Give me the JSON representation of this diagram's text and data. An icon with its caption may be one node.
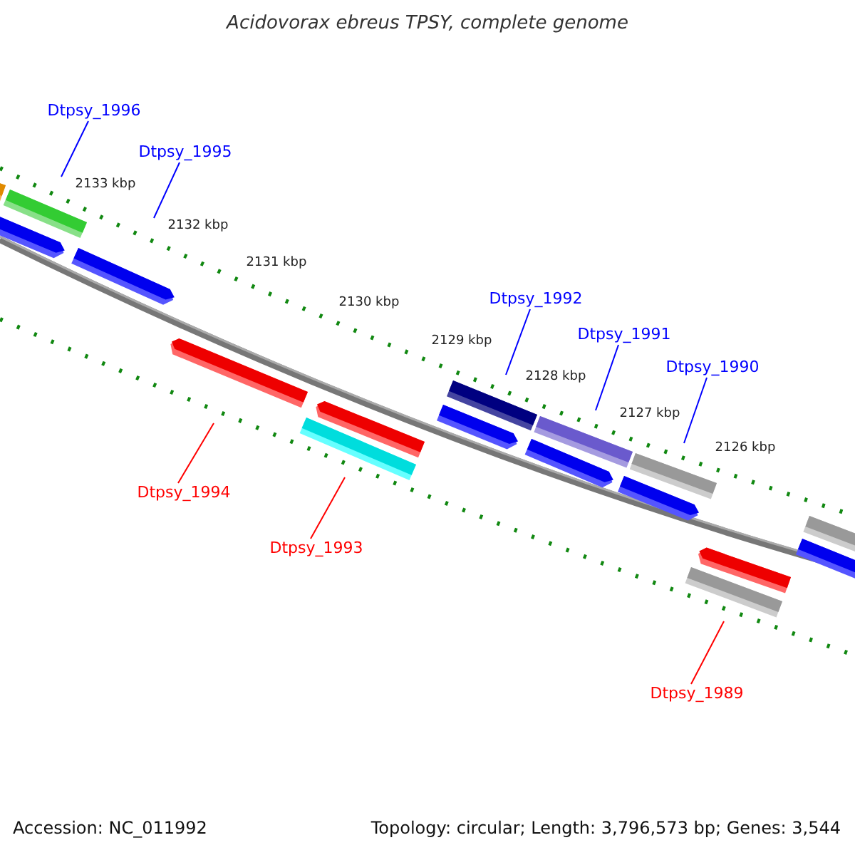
{
  "diagram": {
    "title": "Acidovorax ebreus TPSY, complete genome",
    "nodes": [
      {
        "text": [
          "Dtpsy_1996"
        ]
      },
      {
        "text": [
          "Dtpsy_1995"
        ]
      },
      {
        "text": [
          "Dtpsy_1992"
        ]
      },
      {
        "text": [
          "Dtpsy_1991"
        ]
      },
      {
        "text": [
          "Dtpsy_1990"
        ]
      },
      {
        "text": [
          "Dtpsy_1994"
        ]
      },
      {
        "text": [
          "Dtpsy_1993"
        ]
      },
      {
        "text": [
          "Dtpsy_1989"
        ]
      }
    ],
    "edges": [
      {
        "from": 0,
        "to": null,
        "arrow": "none"
      },
      {
        "from": 1,
        "to": null,
        "arrow": "none"
      },
      {
        "from": 2,
        "to": null,
        "arrow": "none"
      },
      {
        "from": 3,
        "to": null,
        "arrow": "none"
      },
      {
        "from": 4,
        "to": null,
        "arrow": "none"
      },
      {
        "from": 5,
        "to": null,
        "arrow": "none",
        "color": "#ff0000"
      },
      {
        "from": 6,
        "to": null,
        "arrow": "none",
        "color": "#ff0000"
      },
      {
        "from": 7,
        "to": null,
        "arrow": "none",
        "color": "#ff0000"
      }
    ],
    "labels": [
      "2133 kbp",
      "2132 kbp",
      "2131 kbp",
      "2130 kbp",
      "2129 kbp",
      "2128 kbp",
      "2127 kbp",
      "2126 kbp",
      "Accession: NC_011992",
      "Topology: circular; Length: 3,796,573 bp; Genes: 3,544"
    ]
  }
}
